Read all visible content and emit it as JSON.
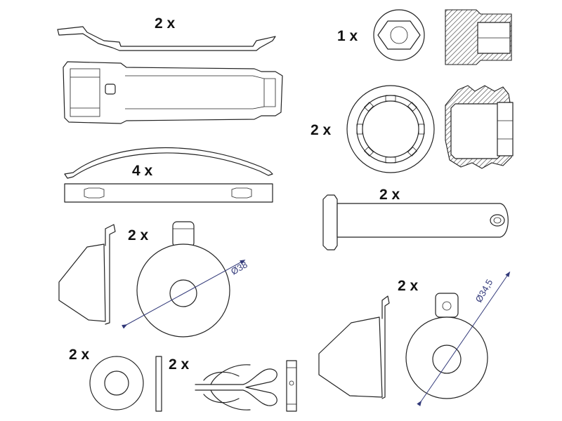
{
  "figure": {
    "labels": {
      "clip_top": "2 x",
      "nut": "1 x",
      "ring_nut": "2 x",
      "spring": "4 x",
      "pin": "2 x",
      "cap_large": "2 x",
      "cap_small": "2 x",
      "washer": "2 x",
      "retainer_clip": "2 x"
    },
    "dimensions": {
      "large_diameter": "Ø38",
      "small_diameter": "Ø34,5"
    },
    "colors": {
      "line": "#222222",
      "dimension": "#333a7a",
      "background": "#ffffff"
    }
  }
}
